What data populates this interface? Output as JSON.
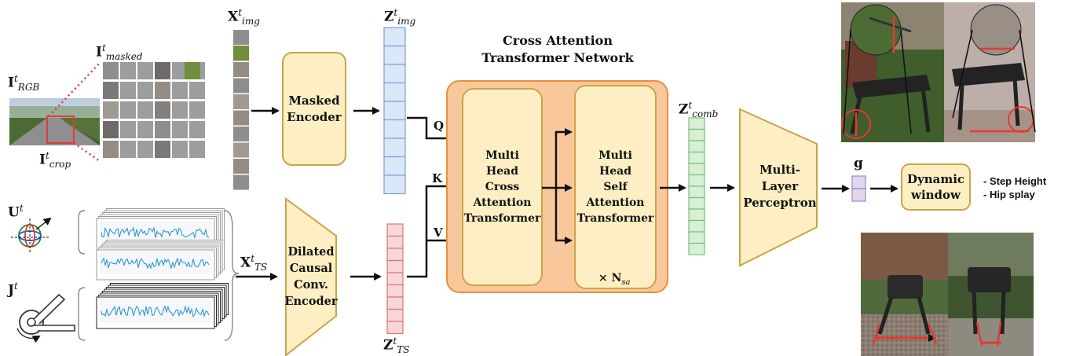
{
  "labels": {
    "x_img": "X",
    "x_img_sup": "t",
    "x_img_sub": "img",
    "z_img": "Z",
    "z_img_sup": "t",
    "z_img_sub": "img",
    "i_masked": "I",
    "i_masked_sup": "t",
    "i_masked_sub": "masked",
    "i_rgb": "I",
    "i_rgb_sup": "t",
    "i_rgb_sub": "RGB",
    "i_crop": "I",
    "i_crop_sup": "t",
    "i_crop_sub": "crop",
    "u_t": "U",
    "u_t_sup": "t",
    "j_t": "J",
    "j_t_sup": "t",
    "x_ts": "X",
    "x_ts_sup": "t",
    "x_ts_sub": "TS",
    "z_ts": "Z",
    "z_ts_sup": "t",
    "z_ts_sub": "TS",
    "z_comb": "Z",
    "z_comb_sup": "t",
    "z_comb_sub": "comb",
    "g": "g",
    "q": "Q",
    "k": "K",
    "v": "V",
    "n_sa_prefix": "× N",
    "n_sa_sub": "sa"
  },
  "blocks": {
    "cross_attention_title": "Cross Attention\nTransformer Network",
    "masked_encoder": "Masked\nEncoder",
    "dilated_encoder": "Dilated\nCausal\nConv.\nEncoder",
    "multi_head_cross": "Multi\nHead\nCross\nAttention\nTransformer",
    "multi_head_self": "Multi\nHead\nSelf\nAttention\nTransformer",
    "mlp": "Multi-\nLayer\nPerceptron",
    "dynamic_window": "Dynamic\nwindow"
  },
  "outputs": {
    "step_height": "- Step Height",
    "hip_splay": "- Hip splay"
  },
  "colors": {
    "block_fill": "#fdefc3",
    "block_stroke": "#c9a44a",
    "network_fill": "#f9c89a",
    "network_stroke": "#e98f3c",
    "z_img_fill": "#dbe8f8",
    "z_img_stroke": "#7f9fd1",
    "z_ts_fill": "#f8d6d6",
    "z_ts_stroke": "#d27a7a",
    "z_comb_fill": "#d8efd6",
    "z_comb_stroke": "#7cbf7a",
    "g_fill": "#e2d6ee",
    "g_stroke": "#9c85bc",
    "crop_red": "#e53935",
    "signal_blue": "#1f8fd6"
  }
}
